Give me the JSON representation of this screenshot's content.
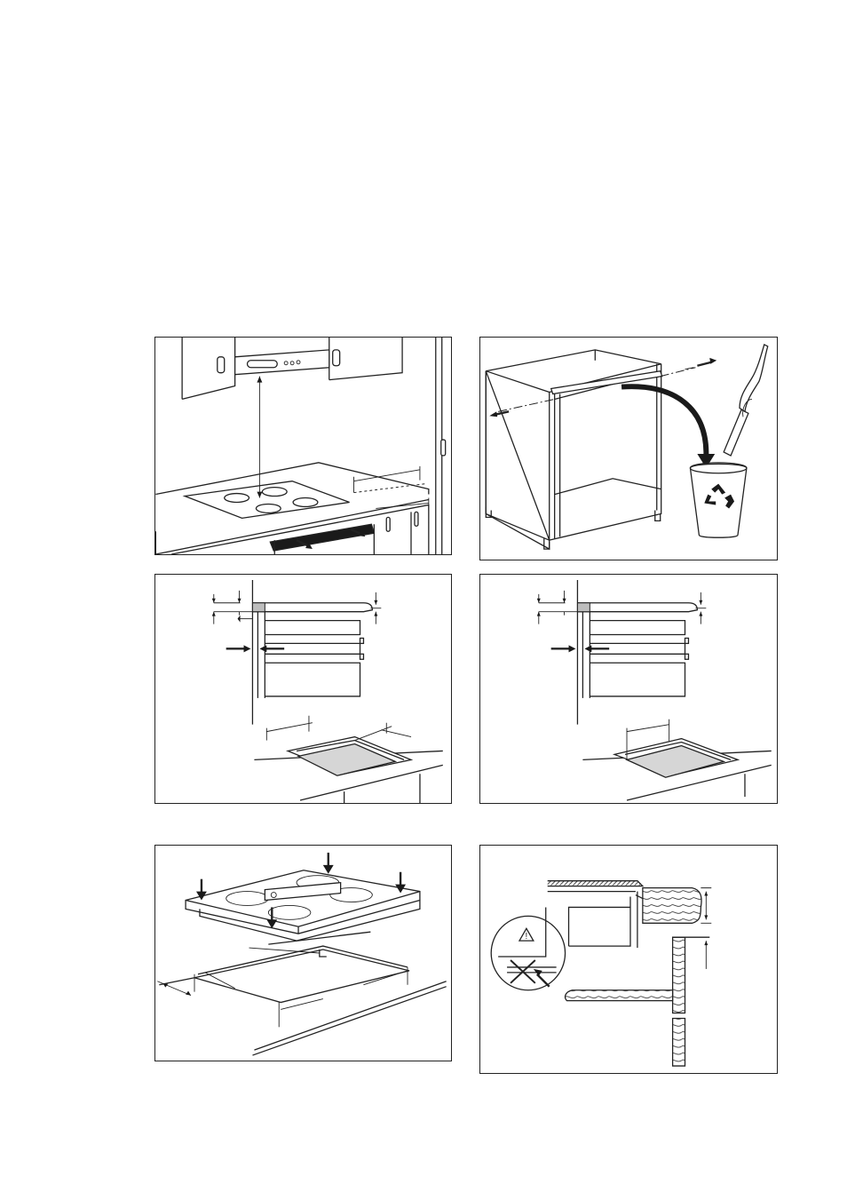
{
  "figures": [
    {
      "id": "fig-hood-clearance",
      "icon": "hood-above-hob-illustration"
    },
    {
      "id": "fig-remove-crossbar",
      "icon": "cabinet-crossbar-recycle-illustration"
    },
    {
      "id": "fig-cutout-oven-a",
      "icon": "hob-cutout-over-oven-illustration"
    },
    {
      "id": "fig-cutout-oven-b",
      "icon": "hob-cutout-over-oven-illustration"
    },
    {
      "id": "fig-place-hob",
      "icon": "hob-insertion-illustration"
    },
    {
      "id": "fig-worktop-section",
      "icon": "worktop-section-warning-illustration"
    }
  ],
  "colors": {
    "line": "#222222",
    "shade": "#d6d6d6"
  }
}
